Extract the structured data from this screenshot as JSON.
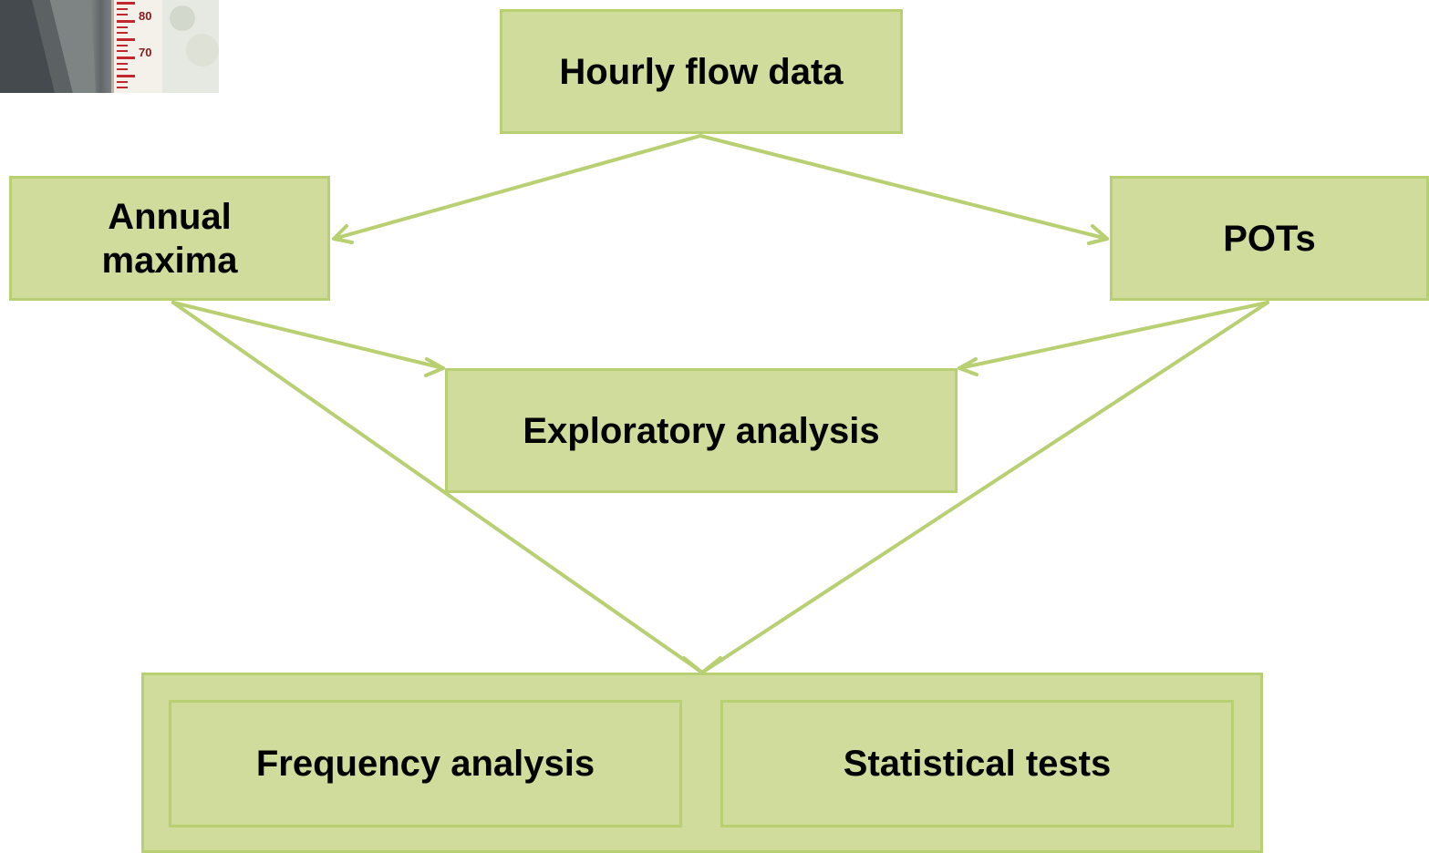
{
  "diagram": {
    "nodes": {
      "hourly": "Hourly flow data",
      "annual_line1": "Annual",
      "annual_line2": "maxima",
      "pots": "POTs",
      "exploratory": "Exploratory analysis",
      "frequency": "Frequency analysis",
      "statistical": "Statistical tests"
    },
    "gauge_labels": [
      "80",
      "70"
    ],
    "edges": [
      {
        "from": "Hourly flow data",
        "to": "Annual maxima"
      },
      {
        "from": "Hourly flow data",
        "to": "POTs"
      },
      {
        "from": "Annual maxima",
        "to": "Exploratory analysis"
      },
      {
        "from": "POTs",
        "to": "Exploratory analysis"
      },
      {
        "from": "Annual maxima",
        "to": "Frequency analysis / Statistical tests"
      },
      {
        "from": "POTs",
        "to": "Frequency analysis / Statistical tests"
      }
    ],
    "colors": {
      "box_fill": "#cfdc9b",
      "box_border": "#b8cf72",
      "arrow": "#b8cf72"
    }
  }
}
